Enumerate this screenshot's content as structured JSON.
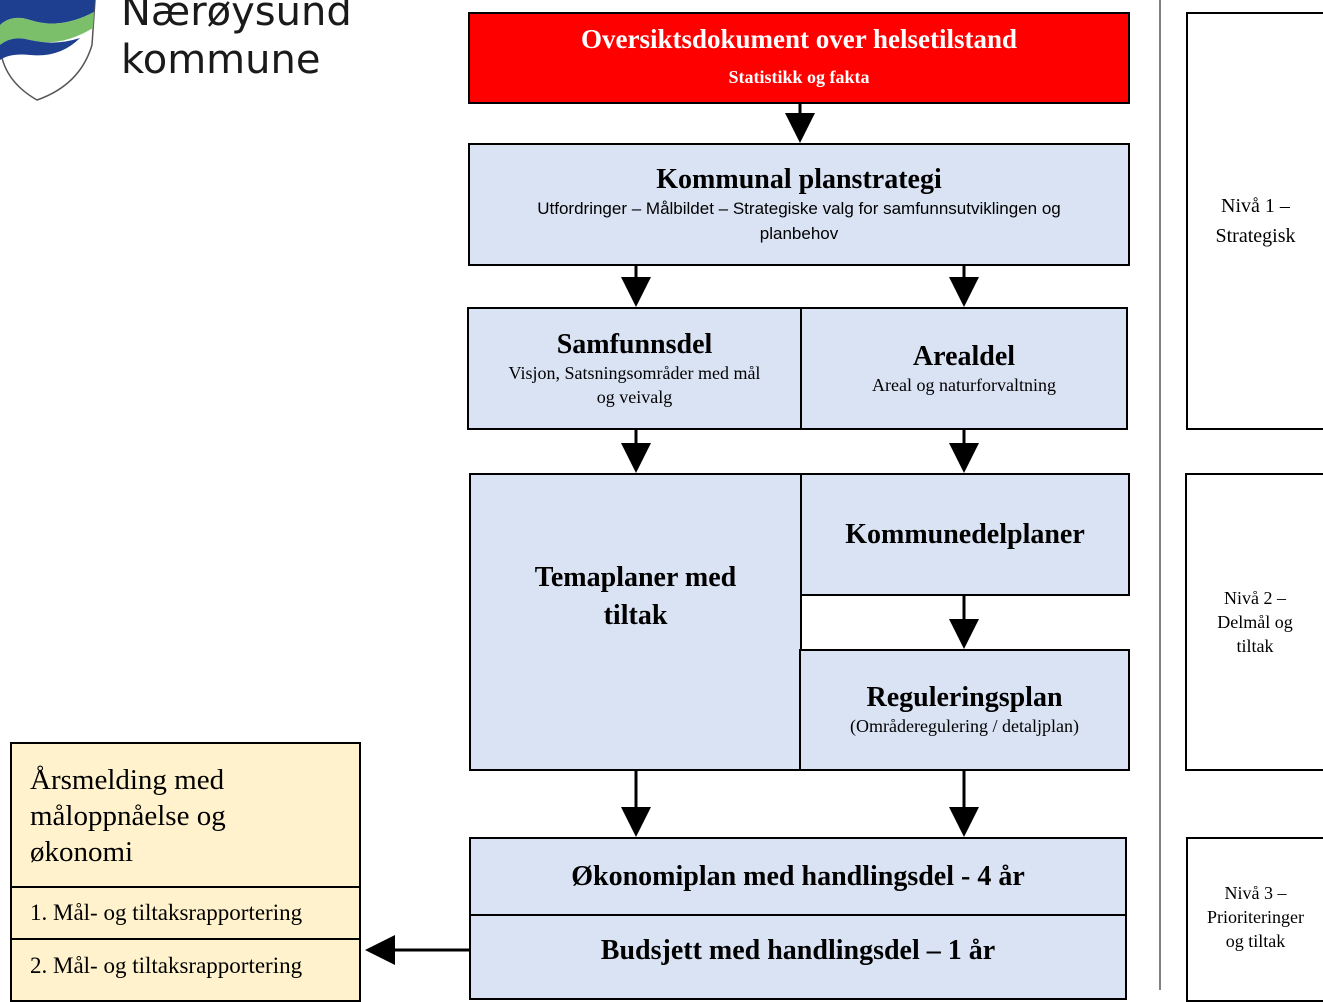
{
  "logo": {
    "line1": "Nærøysund",
    "line2": "kommune"
  },
  "top": {
    "title": "Oversiktsdokument over helsetilstand",
    "subtitle": "Statistikk og fakta"
  },
  "planstrategi": {
    "title": "Kommunal planstrategi",
    "subtitle_line1": "Utfordringer – Målbildet – Strategiske valg for samfunnsutviklingen og",
    "subtitle_line2": "planbehov"
  },
  "samfunnsdel": {
    "title": "Samfunnsdel",
    "subtitle_line1": "Visjon, Satsningsområder med mål",
    "subtitle_line2": "og veivalg"
  },
  "arealdel": {
    "title": "Arealdel",
    "subtitle": "Areal og naturforvaltning"
  },
  "temaplaner": {
    "title_line1": "Temaplaner med",
    "title_line2": "tiltak"
  },
  "kommunedelplaner": {
    "title": "Kommunedelplaner"
  },
  "reguleringsplan": {
    "title": "Reguleringsplan",
    "subtitle": "(Områderegulering / detaljplan)"
  },
  "okonomiplan": {
    "title": "Økonomiplan med handlingsdel - 4 år"
  },
  "budsjett": {
    "title": "Budsjett med handlingsdel – 1 år"
  },
  "arsmelding": {
    "line1": "Årsmelding med",
    "line2": "måloppnåelse og",
    "line3": "økonomi",
    "items": [
      "1. Mål- og tiltaksrapportering",
      "2. Mål- og tiltaksrapportering"
    ]
  },
  "levels": [
    {
      "line1": "Nivå 1 –",
      "line2": "Strategisk"
    },
    {
      "line1": "Nivå 2 –",
      "line2": "Delmål og",
      "line3": "tiltak"
    },
    {
      "line1": "Nivå 3 –",
      "line2": "Prioriteringer",
      "line3": "og tiltak"
    }
  ],
  "colors": {
    "header_red": "#ff0000",
    "box_blue": "#dae3f3",
    "report_yellow": "#fff2cc",
    "logo_blue": "#1e3f8f",
    "logo_green": "#7cbf6a"
  }
}
